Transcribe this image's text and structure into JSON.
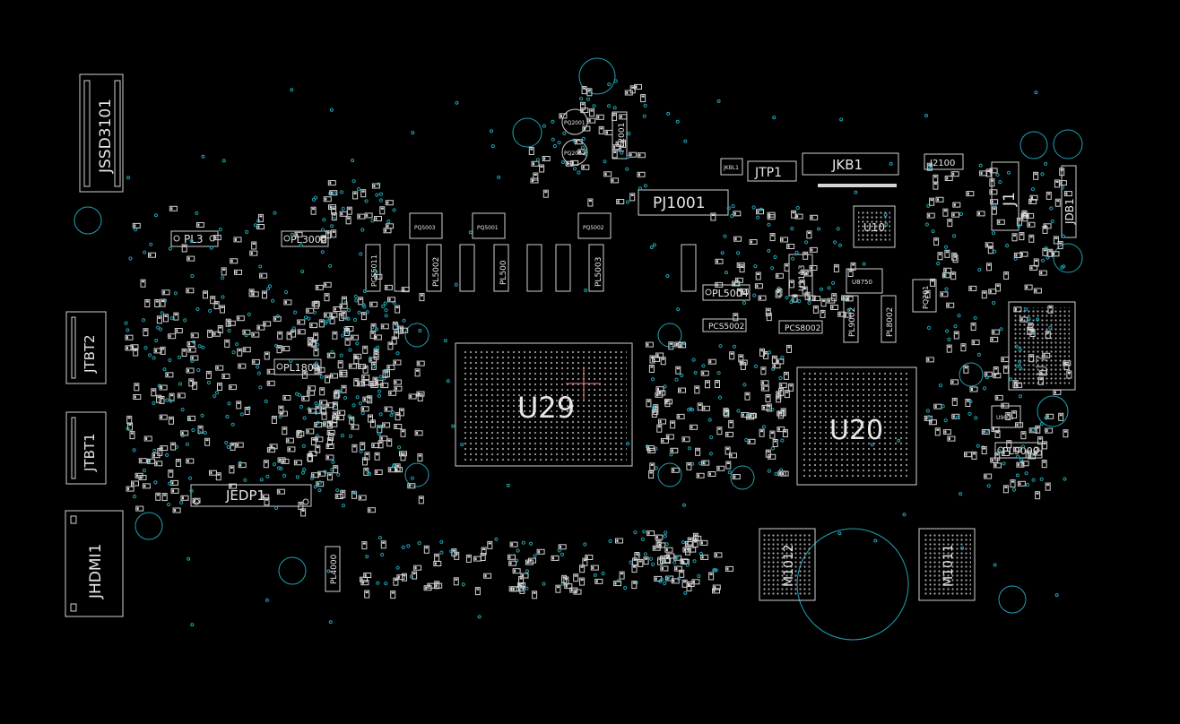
{
  "colors": {
    "background": "#000000",
    "silkscreen": "#d0d0d0",
    "pad": "#d6d6d6",
    "via": "#1fa3b3",
    "crosshair": "#ff7a7a"
  },
  "components": {
    "jssd": "JSSD3101",
    "u29": "U29",
    "u20": "U20",
    "pj1001": "PJ1001",
    "jkb1": "JKB1",
    "jtp1": "JTP1",
    "j2100": "J2100",
    "jkbl1": "JKBL1",
    "j1": "J1",
    "jdb1": "JDB1",
    "jedp1": "JEDP1",
    "jhdmi1": "JHDMI1",
    "jtbt2": "JTBT2",
    "jtbt1": "JTBT1",
    "m1012": "M1012",
    "m1011": "M1011",
    "pl3": "PL3",
    "pl3000": "PL3000",
    "pl1800": "PL1800",
    "pl5004": "PL5004",
    "pl5002": "PL5002",
    "pl500": "PL500",
    "pl5003": "PL5003",
    "pl9002": "PL9002",
    "pl8002": "PL8002",
    "pl9000": "PL9000",
    "pl4000": "PL4000",
    "pl2001": "PL2001",
    "pcs5002": "PCS5002",
    "pcs8002": "PCS8002",
    "pcs5011": "PCS5011",
    "u3113": "U3113",
    "u10": "U10",
    "u8750": "U8750",
    "pq2001": "PQ2001",
    "pq2002": "PQ2002",
    "pq5003": "PQ5003",
    "pq5001": "PQ5001",
    "pq5002": "PQ5002",
    "u9001": "U9001",
    "pq201": "PQ201",
    "uxxx": "U7"
  }
}
